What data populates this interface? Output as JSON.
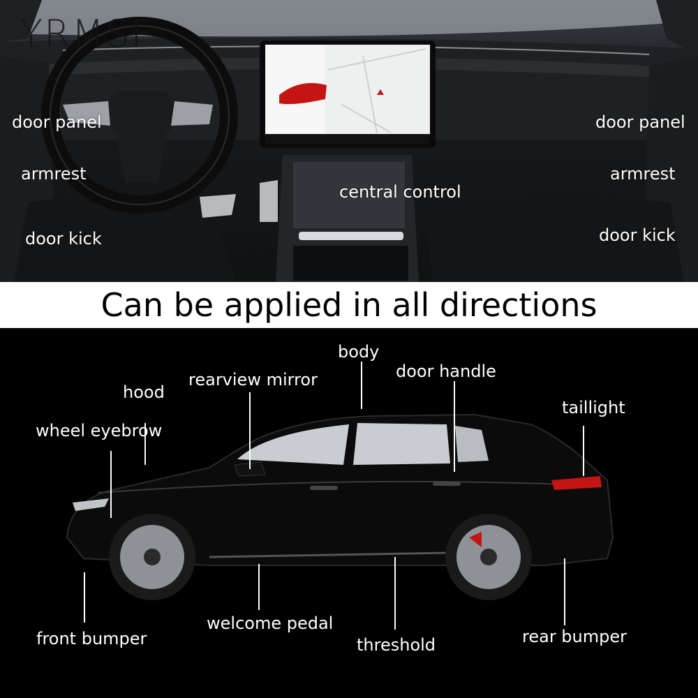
{
  "brand": {
    "logo_text": "YRMSF"
  },
  "interior": {
    "labels": {
      "door_panel_left": "door panel",
      "door_panel_right": "door panel",
      "armrest_left": "armrest",
      "armrest_right": "armrest",
      "central_control": "central control",
      "door_kick_left": "door kick",
      "door_kick_right": "door kick"
    }
  },
  "banner": {
    "title": "Can be applied in all directions"
  },
  "exterior": {
    "labels": {
      "body": "body",
      "rearview_mirror": "rearview mirror",
      "door_handle": "door handle",
      "hood": "hood",
      "taillight": "taillight",
      "wheel_eyebrow": "wheel eyebrow",
      "front_bumper": "front bumper",
      "welcome_pedal": "welcome pedal",
      "threshold": "threshold",
      "rear_bumper": "rear bumper"
    }
  },
  "colors": {
    "background": "#000000",
    "banner": "#ffffff",
    "car_accent": "#c41414"
  }
}
